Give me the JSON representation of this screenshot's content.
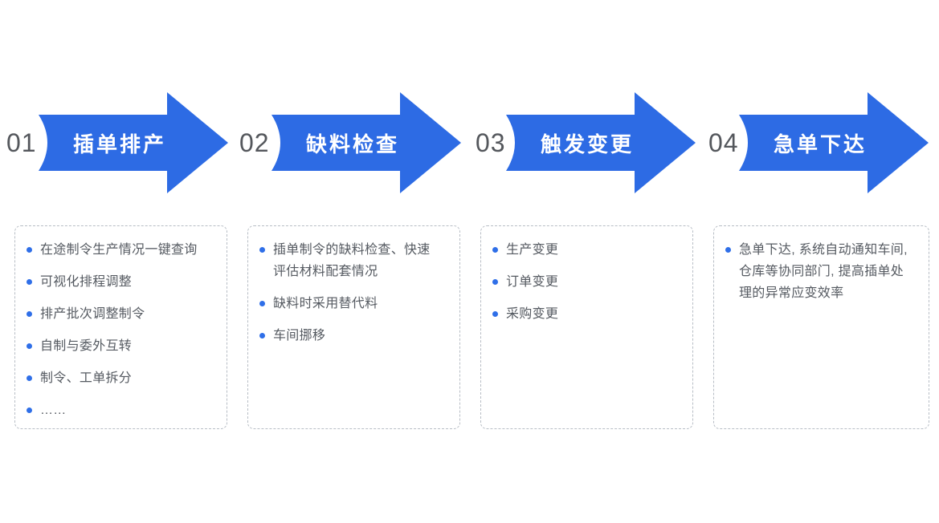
{
  "colors": {
    "arrow_blue": "#2D6BE4",
    "bullet_blue": "#2F6FE8",
    "number_gray": "#54575C",
    "text_gray": "#555A61",
    "border_gray": "#B7BDC5",
    "title_white": "#FFFFFF"
  },
  "steps": [
    {
      "number": "01",
      "title": "插单排产",
      "items": [
        "在途制令生产情况一键查询",
        "可视化排程调整",
        "排产批次调整制令",
        "自制与委外互转",
        "制令、工单拆分",
        "……"
      ]
    },
    {
      "number": "02",
      "title": "缺料检查",
      "items": [
        "插单制令的缺料检查、快速评估材料配套情况",
        "缺料时采用替代料",
        "车间挪移"
      ]
    },
    {
      "number": "03",
      "title": "触发变更",
      "items": [
        "生产变更",
        "订单变更",
        "采购变更"
      ]
    },
    {
      "number": "04",
      "title": "急单下达",
      "items": [
        "急单下达, 系统自动通知车间, 仓库等协同部门, 提高插单处理的异常应变效率"
      ]
    }
  ]
}
